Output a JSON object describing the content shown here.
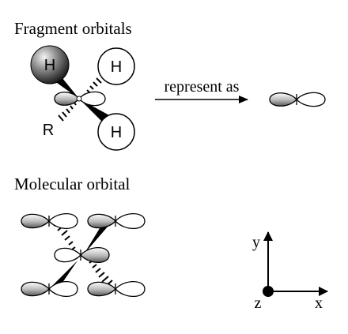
{
  "sections": {
    "fragment_title": "Fragment orbitals",
    "molecular_title": "Molecular orbital"
  },
  "labels": {
    "hydrogen_dark": "H",
    "hydrogen_upper": "H",
    "hydrogen_lower": "H",
    "substituent": "R",
    "arrow_caption": "represent as"
  },
  "axes": {
    "y": "y",
    "x": "x",
    "z": "z"
  },
  "colors": {
    "ink": "#000000",
    "background": "#ffffff",
    "shaded_lobe": "#9a9a9a"
  }
}
